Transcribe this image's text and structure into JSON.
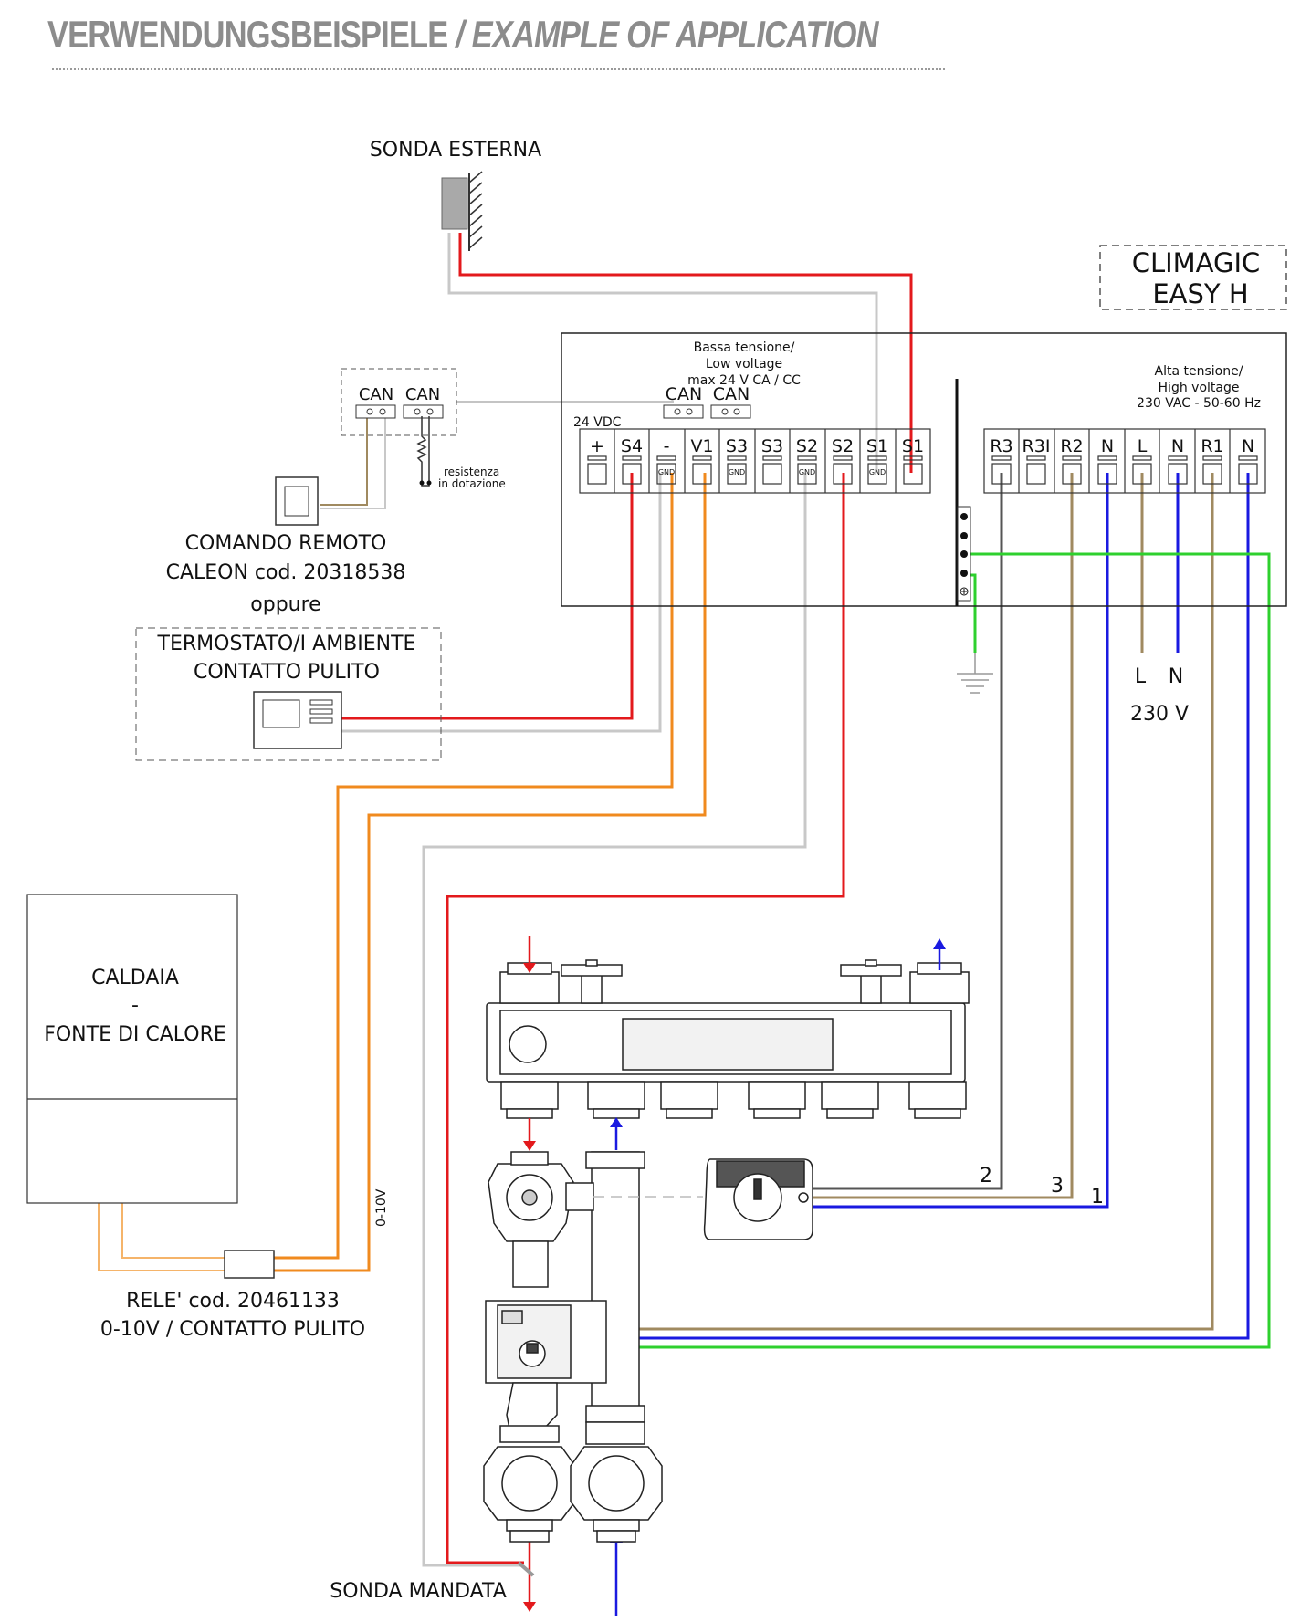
{
  "title": {
    "de": "VERWENDUNGSBEISPIELE",
    "separator": "/",
    "en": "EXAMPLE OF APPLICATION"
  },
  "labels": {
    "external_probe": "SONDA ESTERNA",
    "product_line1": "CLIMAGIC",
    "product_line2": "EASY H",
    "low_voltage_1": "Bassa tensione/",
    "low_voltage_2": "Low voltage",
    "low_voltage_3": "max 24 V CA / CC",
    "high_voltage_1": "Alta tensione/",
    "high_voltage_2": "High voltage",
    "high_voltage_3": "230 VAC - 50-60 Hz",
    "supply_24vdc": "24 VDC",
    "can": "CAN",
    "resistor_1": "resistenza",
    "resistor_2": "in dotazione",
    "remote_1": "COMANDO REMOTO",
    "remote_2": "CALEON cod. 20318538",
    "or": "oppure",
    "thermostat_1": "TERMOSTATO/I AMBIENTE",
    "thermostat_2": "CONTATTO PULITO",
    "boiler_1": "CALDAIA",
    "boiler_2": "-",
    "boiler_3": "FONTE DI CALORE",
    "signal": "0-10V",
    "relay_1": "RELE' cod. 20461133",
    "relay_2": "0-10V / CONTATTO PULITO",
    "mains_l": "L",
    "mains_n": "N",
    "mains_v": "230 V",
    "wire_2": "2",
    "wire_3": "3",
    "wire_1": "1",
    "flow_probe": "SONDA MANDATA",
    "gnd": "GND"
  },
  "low_voltage_terminals": [
    "+",
    "S4",
    "-",
    "V1",
    "S3",
    "S3",
    "S2",
    "S2",
    "S1",
    "S1"
  ],
  "high_voltage_terminals": [
    "R3",
    "R3I",
    "R2",
    "N",
    "L",
    "N",
    "R1",
    "N"
  ],
  "wire_colors": {
    "red": "#e3191c",
    "orange": "#f08a1e",
    "light_orange": "#f5b46a",
    "grey": "#c8c8c8",
    "dark_grey": "#555555",
    "brown": "#a08a60",
    "blue": "#1a1ae0",
    "green": "#2ed02e"
  }
}
